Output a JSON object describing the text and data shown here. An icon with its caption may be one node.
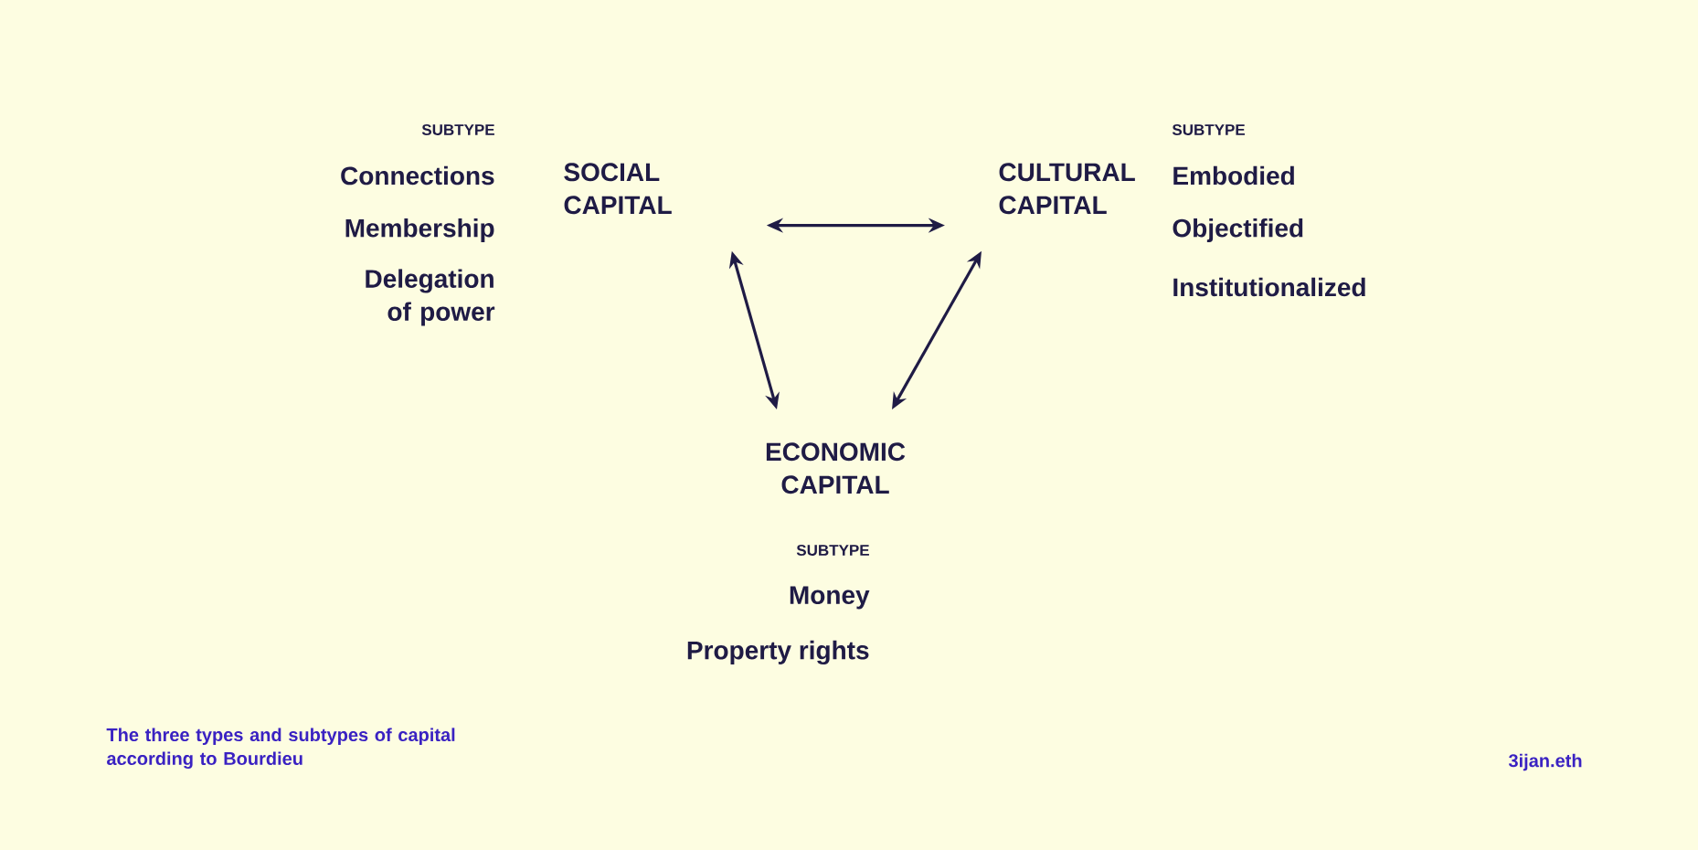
{
  "diagram": {
    "nodes": [
      {
        "text": [
          "SOCIAL CAPITAL"
        ]
      },
      {
        "text": [
          "CULTURAL CAPITAL"
        ]
      },
      {
        "text": [
          "ECONOMIC CAPITAL"
        ]
      }
    ],
    "edges": [
      {
        "from": 0,
        "to": 1,
        "arrow": "both"
      },
      {
        "from": 0,
        "to": 2,
        "arrow": "both"
      },
      {
        "from": 1,
        "to": 2,
        "arrow": "both"
      }
    ],
    "labels": [
      "SUBTYPE",
      "SUBTYPE",
      "Connections",
      "Embodied",
      "Membership",
      "Objectified",
      "Delegation of power",
      "Institutionalized",
      "SUBTYPE",
      "Money",
      "Property rights",
      "3ijan.eth"
    ],
    "caption": "The three types and subtypes of capital according to Bourdieu"
  }
}
